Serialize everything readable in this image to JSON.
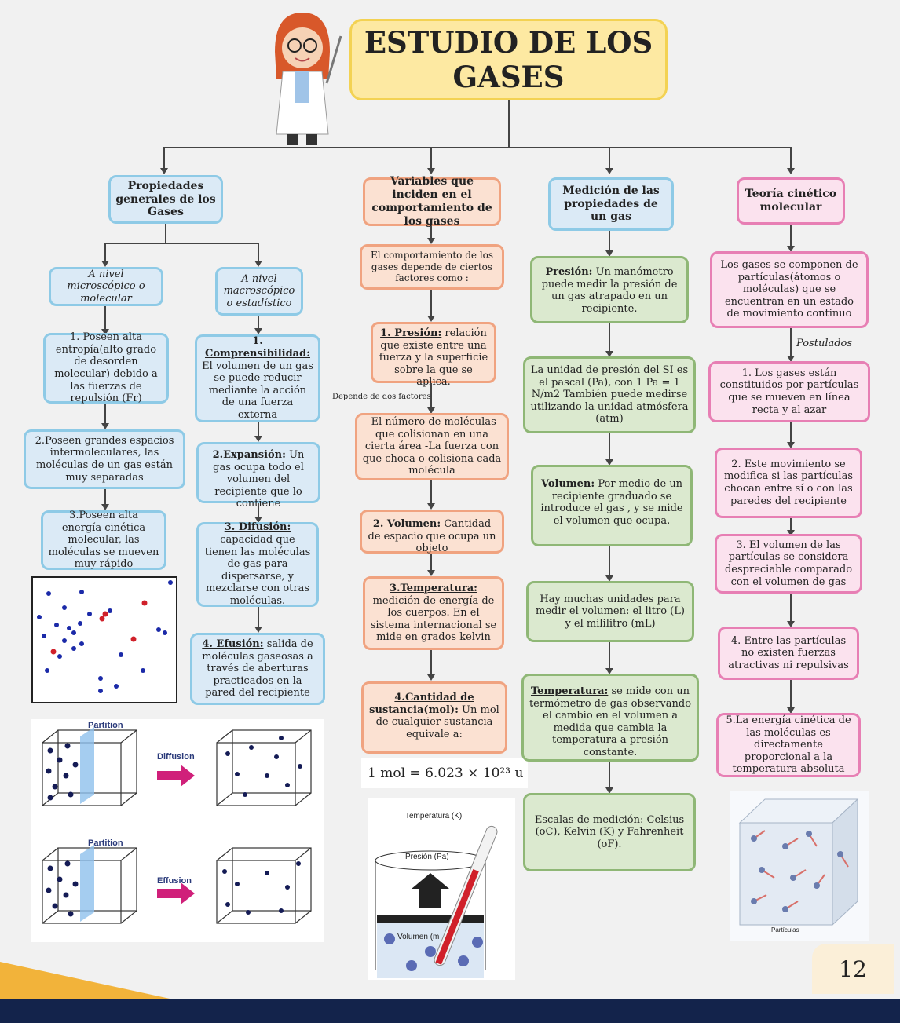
{
  "title": "ESTUDIO DE LOS GASES",
  "columns": {
    "c1": {
      "header": "Propiedades generales de los Gases"
    },
    "c2": {
      "header": "Variables que inciden en el comportamiento de los gases"
    },
    "c3": {
      "header": "Medición de las propiedades de un gas"
    },
    "c4": {
      "header": "Teoría cinético molecular"
    }
  },
  "c1": {
    "micro": "A nivel microscópico o molecular",
    "macro": "A nivel macroscópico o estadístico",
    "m1": "1. Poseen alta entropía(alto grado de desorden molecular) debido a las fuerzas de repulsión (Fr)",
    "m2": "2.Poseen grandes espacios intermoleculares, las moléculas de un gas están muy separadas",
    "m3": "3.Poseen alta energía cinética molecular, las moléculas se mueven muy rápido",
    "a1_title": "1. Comprensibilidad:",
    "a1_text": "El volumen de un gas se puede reducir mediante la acción de una fuerza externa",
    "a2_title": "2.Expansión:",
    "a2_text": "Un gas ocupa todo el volumen del recipiente que lo contiene",
    "a3_title": "3. Difusión:",
    "a3_text": "capacidad que tienen las moléculas de gas para dispersarse, y mezclarse con otras moléculas.",
    "a4_title": "4. Efusión:",
    "a4_text": "salida de moléculas gaseosas a través de aberturas practicados en la pared del recipiente"
  },
  "c2": {
    "intro": "El comportamiento de los gases depende de ciertos factores como :",
    "v1_title": "1. Presión:",
    "v1_text": "relación que existe entre una fuerza y la superficie sobre la que se aplica.",
    "depends": "Depende de dos factores",
    "factors": "-El número de moléculas que colisionan en una cierta área -La fuerza con que choca o colisiona cada molécula",
    "v2_title": "2. Volumen:",
    "v2_text": "Cantidad de espacio que ocupa un objeto",
    "v3_title": "3.Temperatura:",
    "v3_text": "medición de energía de los cuerpos. En el sistema internacional se mide en grados kelvin",
    "v4_title": "4.Cantidad de sustancia(mol):",
    "v4_text": "Un mol de cualquier sustancia equivale a:",
    "formula": "1 mol = 6.023 × 10²³ u"
  },
  "c3": {
    "p_title": "Presión:",
    "p_text": "Un manómetro puede medir la presión de un gas atrapado en un recipiente.",
    "p_unit": "La unidad de presión del SI es el pascal (Pa), con 1 Pa = 1 N/m2 También puede medirse utilizando la unidad atmósfera (atm)",
    "vol_title": "Volumen:",
    "vol_text": "Por medio de un recipiente graduado se introduce el gas , y se mide el volumen que ocupa.",
    "vol_units": "Hay muchas unidades para medir el volumen: el litro (L) y el mililitro (mL)",
    "t_title": "Temperatura:",
    "t_text": "se mide con un termómetro de gas observando el cambio en el volumen a medida que cambia la temperatura a presión constante.",
    "scales": "Escalas de medición: Celsius (oC), Kelvin (K) y Fahrenheit (oF)."
  },
  "c4": {
    "intro": "Los gases se componen de partículas(átomos o moléculas) que se encuentran en un estado de movimiento continuo",
    "postulados": "Postulados",
    "p1": "1. Los gases están constituidos por partículas que se mueven en línea recta y al azar",
    "p2": "2. Este movimiento se modifica si las partículas chocan entre sí o con las paredes del recipiente",
    "p3": "3. El volumen de las partículas se considera despreciable comparado con el volumen de gas",
    "p4": "4. Entre las partículas no existen fuerzas atractivas ni repulsivas",
    "p5": "5.La energía cinética de las moléculas es directamente proporcional a la temperatura absoluta"
  },
  "figures": {
    "partition1": "Partition",
    "diffusion": "Diffusion",
    "partition2": "Partition",
    "effusion": "Effusion",
    "temp_label": "Temperatura (K)",
    "pres_label": "Presión (Pa)",
    "vol_label": "Volumen (m",
    "particulas": "Partículas"
  },
  "page_number": "12",
  "colors": {
    "blue": "#8ecae6",
    "orange": "#f0a380",
    "green": "#8fb776",
    "pink": "#e77fb4",
    "title_bg": "#fde9a2",
    "footer": "#13234b",
    "accent": "#f2b33a"
  }
}
